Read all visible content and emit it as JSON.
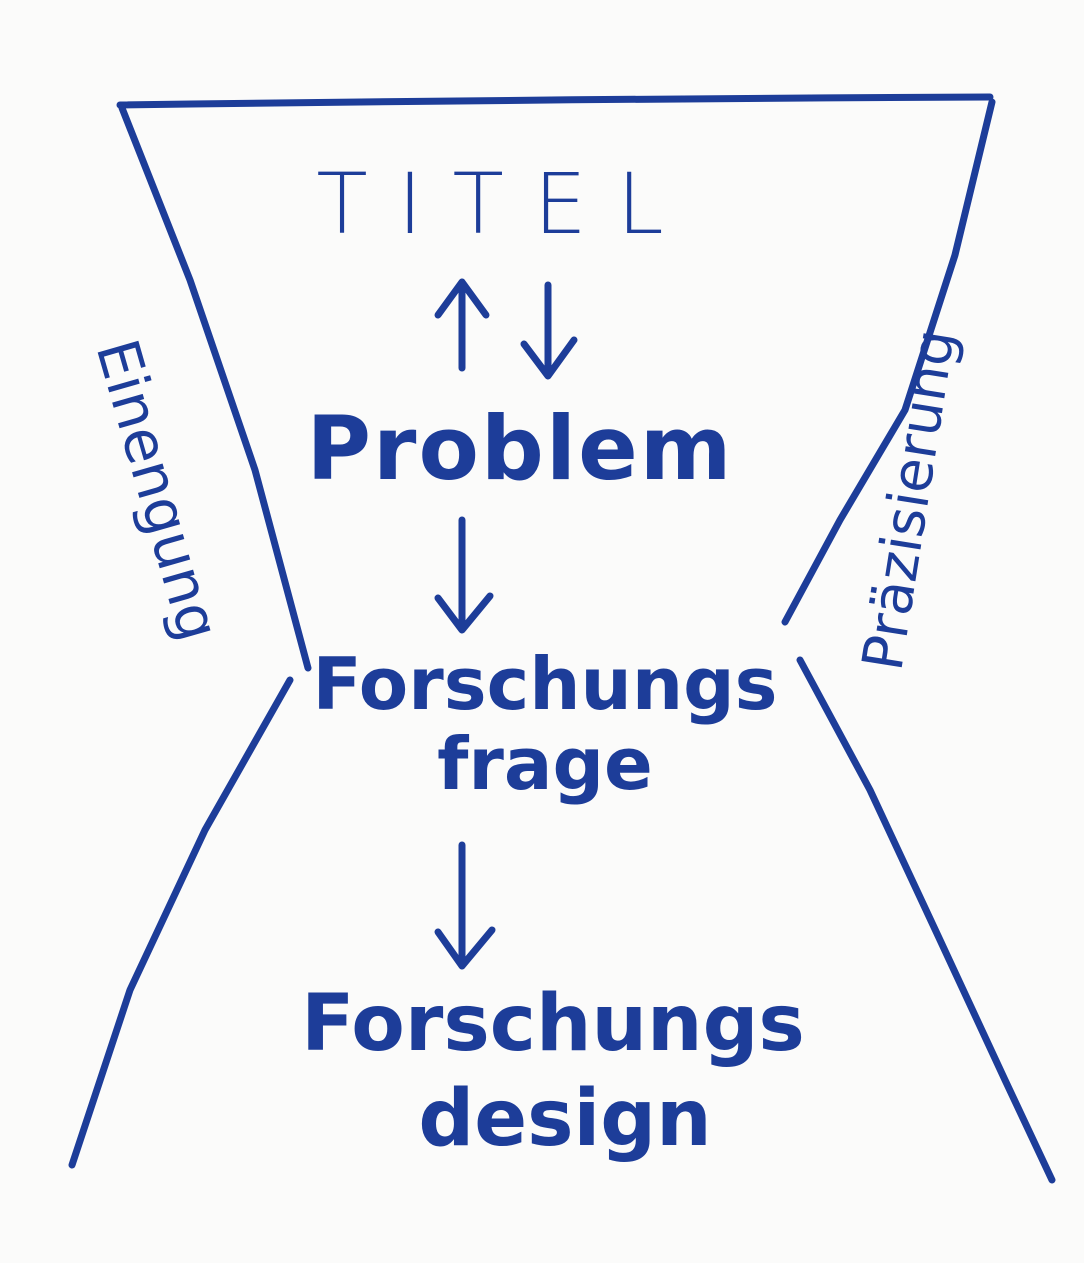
{
  "diagram": {
    "title": "TITEL",
    "step_problem": "Problem",
    "step_question_line1": "Forschungs",
    "step_question_line2": "frage",
    "step_design_line1": "Forschungs",
    "step_design_line2": "design",
    "left_side_label": "Einengung",
    "right_side_label": "Präzisierung"
  },
  "colors": {
    "ink": "#1d3d99",
    "paper": "#fbfbfa"
  }
}
